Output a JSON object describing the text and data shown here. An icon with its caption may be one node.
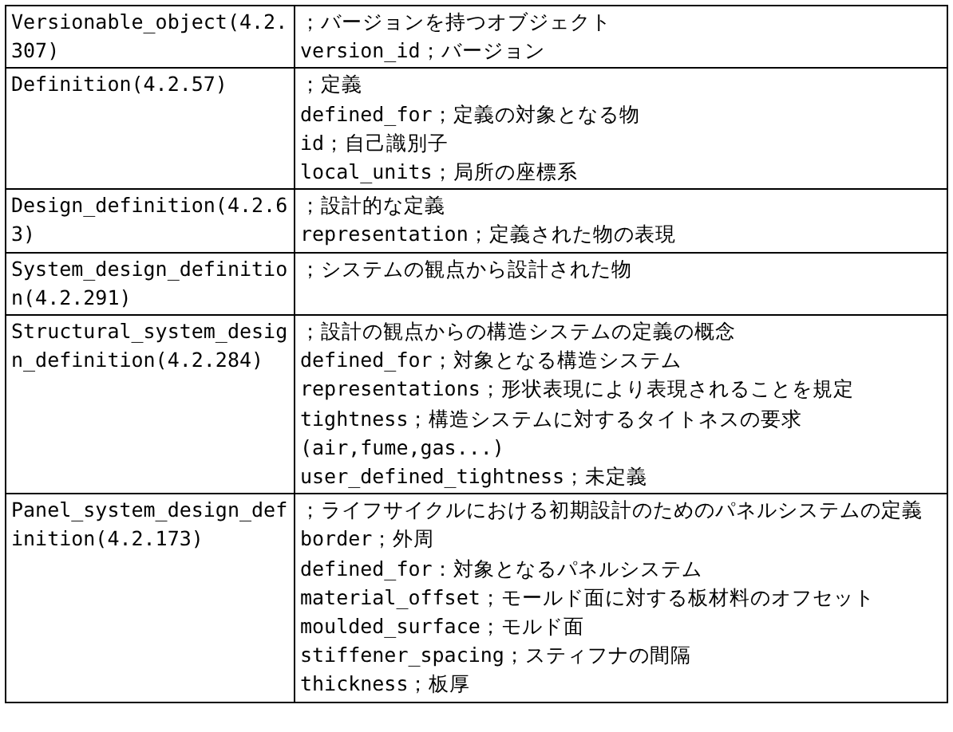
{
  "diagram": {
    "labels": [
      "Versionable_object(4.2.307)",
      "；バージョンを持つオブジェクト",
      "version_id；バージョン",
      "Definition(4.2.57)",
      "；定義",
      "defined_for；定義の対象となる物",
      "id；自己識別子",
      "local_units；局所の座標系",
      "Design_definition(4.2.63)",
      "；設計的な定義",
      "representation；定義された物の表現",
      "System_design_definition(4.2.291)",
      "；システムの観点から設計された物",
      "Structural_system_design_definition(4.2.284)",
      "；設計の観点からの構造システムの定義の概念",
      "defined_for；対象となる構造システム",
      "representations；形状表現により表現されることを規定",
      "tightness；構造システムに対するタイトネスの要求 (air,fume,gas...)",
      "user_defined_tightness；未定義",
      "Panel_system_design_definition(4.2.173)",
      "；ライフサイクルにおける初期設計のためのパネルシステムの定義",
      "border；外周",
      "defined_for：対象となるパネルシステム",
      "material_offset；モールド面に対する板材料のオフセット",
      "moulded_surface；モルド面",
      "stiffener_spacing；スティフナの間隔",
      "thickness；板厚"
    ]
  }
}
